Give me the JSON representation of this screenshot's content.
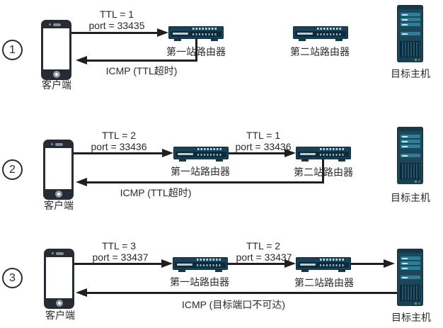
{
  "palette": {
    "line_color": "#1f1f1f",
    "text_color": "#2b2b2b",
    "device_body": "#1b4156",
    "device_panel": "#0d2b3b",
    "device_accent": "#a8dfe8",
    "server_bay": "#2e7e98",
    "led_green": "#35b44a",
    "led_red": "#a8386b",
    "phone_body": "#272c34"
  },
  "steps": [
    {
      "badge": "1",
      "client": "客户端",
      "router1": "第一站路由器",
      "router2": "第二站路由器",
      "host": "目标主机",
      "hop1": {
        "ttl": "TTL = 1",
        "port": "port = 33435"
      },
      "icmp": "ICMP (TTL超时)"
    },
    {
      "badge": "2",
      "client": "客户端",
      "router1": "第一站路由器",
      "router2": "第二站路由器",
      "host": "目标主机",
      "hop1": {
        "ttl": "TTL = 2",
        "port": "port = 33436"
      },
      "hop2": {
        "ttl": "TTL = 1",
        "port": "port = 33436"
      },
      "icmp": "ICMP (TTL超时)"
    },
    {
      "badge": "3",
      "client": "客户端",
      "router1": "第一站路由器",
      "router2": "第二站路由器",
      "host": "目标主机",
      "hop1": {
        "ttl": "TTL = 3",
        "port": "port = 33437"
      },
      "hop2": {
        "ttl": "TTL = 2",
        "port": "port = 33437"
      },
      "icmp": "ICMP (目标端口不可达)"
    }
  ]
}
